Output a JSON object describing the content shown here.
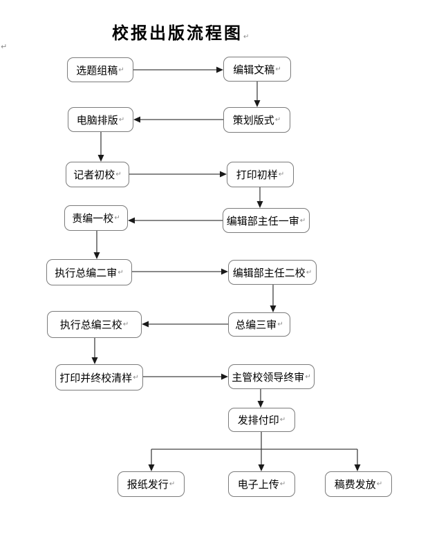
{
  "document": {
    "title": "校报出版流程图",
    "paragraph_mark": "↵"
  },
  "colors": {
    "page_background": "#ffffff",
    "box_border": "#7a7a7a",
    "box_fill": "#ffffff",
    "connector_line": "#404040",
    "arrowhead": "#1a1a1a",
    "text": "#000000",
    "paragraph_mark": "#8a8a8a"
  },
  "flowchart": {
    "nodes": [
      {
        "id": "xuanti-zugao",
        "label": "选题组稿"
      },
      {
        "id": "bianji-wengao",
        "label": "编辑文稿"
      },
      {
        "id": "diannao-paiban",
        "label": "电脑排版"
      },
      {
        "id": "cehua-banshi",
        "label": "策划版式"
      },
      {
        "id": "jizhe-chujiao",
        "label": "记者初校"
      },
      {
        "id": "dayin-chuyang",
        "label": "打印初样"
      },
      {
        "id": "zebian-yijiao",
        "label": "责编一校"
      },
      {
        "id": "bianjibu-zhuren-yishen",
        "label": "编辑部主任一审"
      },
      {
        "id": "zhixing-zongbian-ershen",
        "label": "执行总编二审"
      },
      {
        "id": "bianjibu-zhuren-erjiao",
        "label": "编辑部主任二校"
      },
      {
        "id": "zhixing-zongbian-sanjiao",
        "label": "执行总编三校"
      },
      {
        "id": "zongbian-sanshen",
        "label": "总编三审"
      },
      {
        "id": "dayin-bing-zhongjiao-qingyang",
        "label": "打印并终校清样"
      },
      {
        "id": "zhuguan-xiaolingdao-zhongshen",
        "label": "主管校领导终审"
      },
      {
        "id": "fapai-fuyin",
        "label": "发排付印"
      },
      {
        "id": "baozhi-faxing",
        "label": "报纸发行"
      },
      {
        "id": "dianzi-shangchuan",
        "label": "电子上传"
      },
      {
        "id": "gaofei-fafang",
        "label": "稿费发放"
      }
    ],
    "edges": [
      {
        "from": "选题组稿",
        "to": "编辑文稿"
      },
      {
        "from": "编辑文稿",
        "to": "策划版式"
      },
      {
        "from": "策划版式",
        "to": "电脑排版"
      },
      {
        "from": "电脑排版",
        "to": "记者初校"
      },
      {
        "from": "记者初校",
        "to": "打印初样"
      },
      {
        "from": "打印初样",
        "to": "编辑部主任一审"
      },
      {
        "from": "编辑部主任一审",
        "to": "责编一校"
      },
      {
        "from": "责编一校",
        "to": "执行总编二审"
      },
      {
        "from": "执行总编二审",
        "to": "编辑部主任二校"
      },
      {
        "from": "编辑部主任二校",
        "to": "总编三审"
      },
      {
        "from": "总编三审",
        "to": "执行总编三校"
      },
      {
        "from": "执行总编三校",
        "to": "打印并终校清样"
      },
      {
        "from": "打印并终校清样",
        "to": "主管校领导终审"
      },
      {
        "from": "主管校领导终审",
        "to": "发排付印"
      },
      {
        "from": "发排付印",
        "to": "报纸发行"
      },
      {
        "from": "发排付印",
        "to": "电子上传"
      },
      {
        "from": "发排付印",
        "to": "稿费发放"
      }
    ]
  }
}
